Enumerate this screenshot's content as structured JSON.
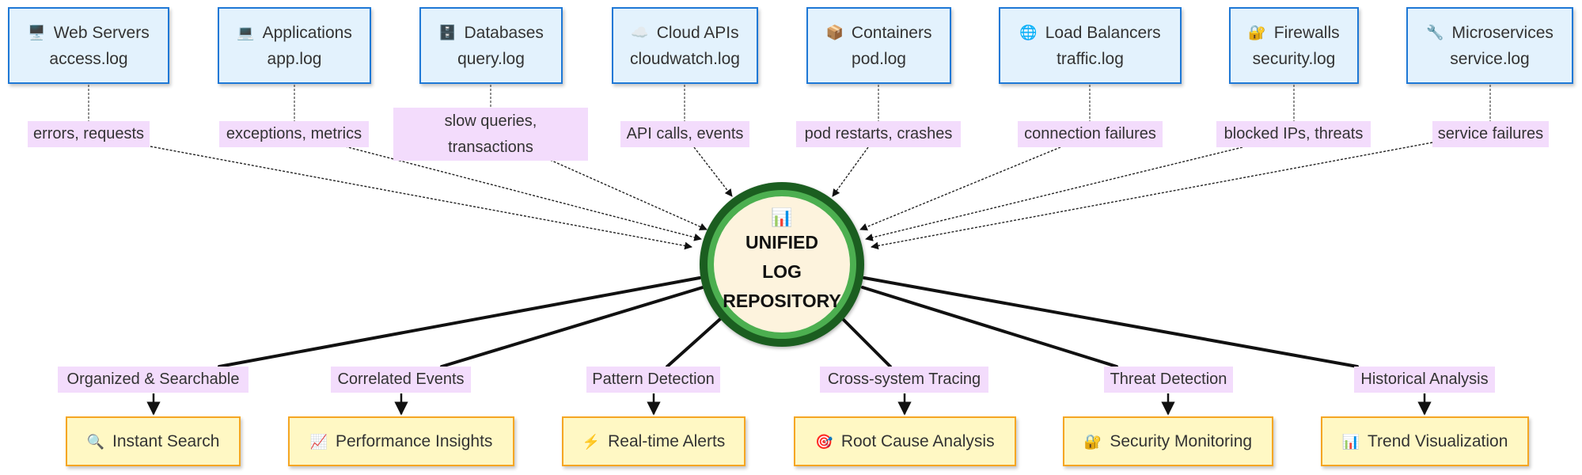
{
  "hub": {
    "icon": "bar-chart-icon",
    "lines": [
      "UNIFIED",
      "LOG",
      "REPOSITORY"
    ],
    "colors": {
      "outer_ring": "#1b5e20",
      "inner_ring": "#4caf50",
      "fill": "#fdf3dd"
    }
  },
  "sources": [
    {
      "title": "Web Servers",
      "file": "access.log",
      "icon": "desktop-computer-icon",
      "label": "errors, requests"
    },
    {
      "title": "Applications",
      "file": "app.log",
      "icon": "laptop-icon",
      "label": "exceptions, metrics"
    },
    {
      "title": "Databases",
      "file": "query.log",
      "icon": "file-cabinet-icon",
      "label": [
        "slow queries,",
        "transactions"
      ]
    },
    {
      "title": "Cloud APIs",
      "file": "cloudwatch.log",
      "icon": "cloud-icon",
      "label": "API calls, events"
    },
    {
      "title": "Containers",
      "file": "pod.log",
      "icon": "package-icon",
      "label": "pod restarts, crashes"
    },
    {
      "title": "Load Balancers",
      "file": "traffic.log",
      "icon": "globe-icon",
      "label": "connection failures"
    },
    {
      "title": "Firewalls",
      "file": "security.log",
      "icon": "lock-icon",
      "label": "blocked IPs, threats"
    },
    {
      "title": "Microservices",
      "file": "service.log",
      "icon": "wrench-icon",
      "label": "service failures"
    }
  ],
  "outputs": [
    {
      "label": "Organized & Searchable",
      "title": "Instant Search",
      "icon": "magnifier-icon"
    },
    {
      "label": "Correlated Events",
      "title": "Performance Insights",
      "icon": "chart-increasing-icon"
    },
    {
      "label": "Pattern Detection",
      "title": "Real-time Alerts",
      "icon": "lightning-icon"
    },
    {
      "label": "Cross-system Tracing",
      "title": "Root Cause Analysis",
      "icon": "target-icon"
    },
    {
      "label": "Threat Detection",
      "title": "Security Monitoring",
      "icon": "lock-icon"
    },
    {
      "label": "Historical Analysis",
      "title": "Trend Visualization",
      "icon": "bar-chart-icon"
    }
  ],
  "colors": {
    "source_fill": "#e3f2fd",
    "source_border": "#1e78d6",
    "output_fill": "#fff8c4",
    "output_border": "#f5a623",
    "edge_label_fill": "#f3dcfc"
  }
}
